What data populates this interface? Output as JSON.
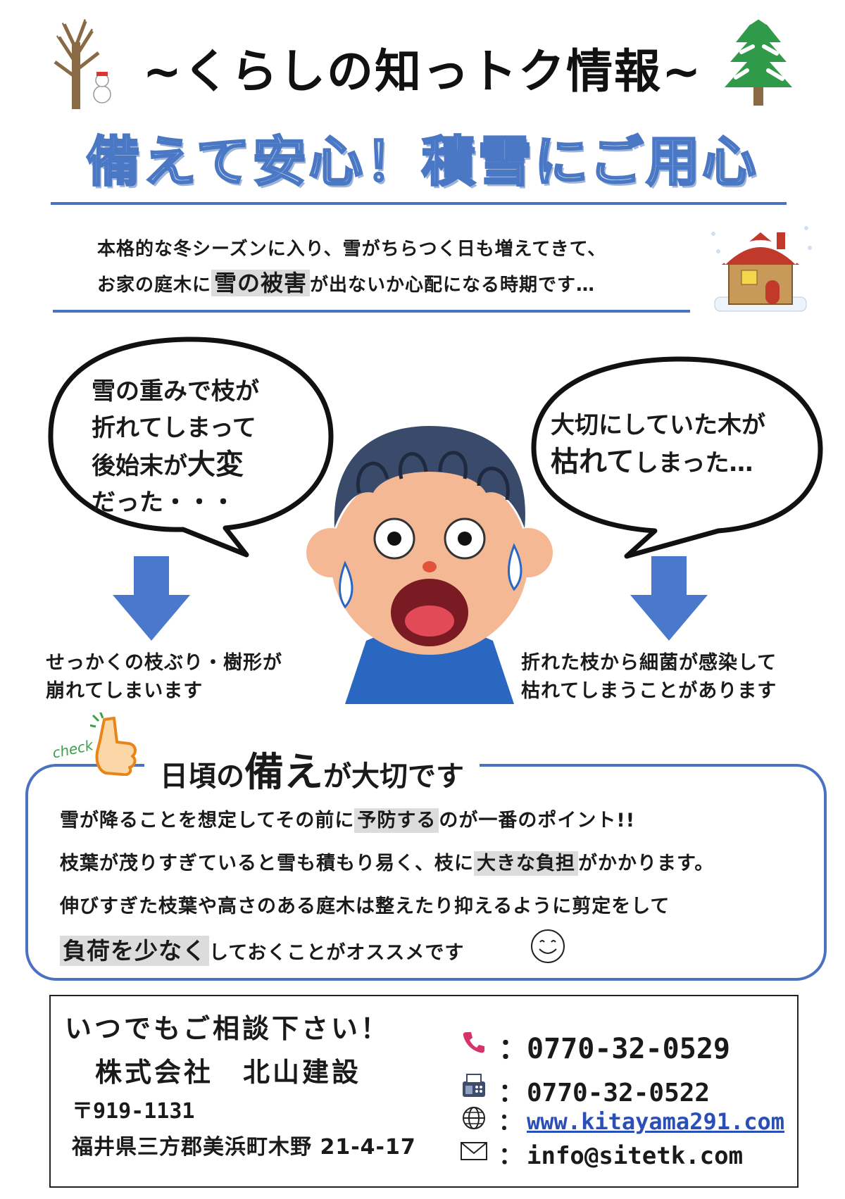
{
  "header": {
    "title": "~くらしの知っトク情報~",
    "headline": "備えて安心！積雪にご用心"
  },
  "intro": {
    "line1": "本格的な冬シーズンに入り、雪がちらつく日も増えてきて、",
    "line2_pre": "お家の庭木に",
    "line2_highlight": "雪の被害",
    "line2_post": "が出ないか心配になる時期です…"
  },
  "bubble_left": {
    "line1": "雪の重みで枝が",
    "line2": "折れてしまって",
    "line3_pre": "後始末が",
    "line3_big": "大変",
    "line4": "だった・・・"
  },
  "bubble_right": {
    "line1": "大切にしていた木が",
    "line2_big": "枯れて",
    "line2_post": "しまった…"
  },
  "consequence_left": {
    "line1": "せっかくの枝ぶり・樹形が",
    "line2": "崩れてしまいます"
  },
  "consequence_right": {
    "line1": "折れた枝から細菌が感染して",
    "line2": "枯れてしまうことがあります"
  },
  "tips": {
    "check_label": "check",
    "title_pre": "日頃の",
    "title_big": "備え",
    "title_post": "が大切です",
    "line1_pre": "雪が降ることを想定してその前に",
    "line1_hl": "予防する",
    "line1_post": "のが一番のポイント!!",
    "line2_pre": "枝葉が茂りすぎていると雪も積もり易く、枝に",
    "line2_hl": "大きな負担",
    "line2_post": "がかかります。",
    "line3": "伸びすぎた枝葉や高さのある庭木は整えたり抑えるように剪定をして",
    "line4_hl": "負荷を少なく",
    "line4_post": "しておくことがオススメです"
  },
  "footer": {
    "consult": "いつでもご相談下さい！",
    "company": "株式会社　北山建設",
    "postal": "〒919-1131",
    "address": "福井県三方郡美浜町木野 21-4-17",
    "colon": "：",
    "phone": "0770-32-0529",
    "fax": "0770-32-0522",
    "website": "www.kitayama291.com",
    "email": "info@sitetk.com"
  },
  "icons": [
    "bare-tree-icon",
    "snowman-icon",
    "pine-tree-icon",
    "snowy-house-icon",
    "worried-boy-icon",
    "pointing-hand-icon",
    "smiley-icon",
    "phone-icon",
    "fax-icon",
    "globe-icon",
    "mail-icon"
  ],
  "colors": {
    "accent_blue": "#4a72c0",
    "highlight_gray": "#dcdcdc",
    "arrow_blue": "#4a78cc"
  }
}
